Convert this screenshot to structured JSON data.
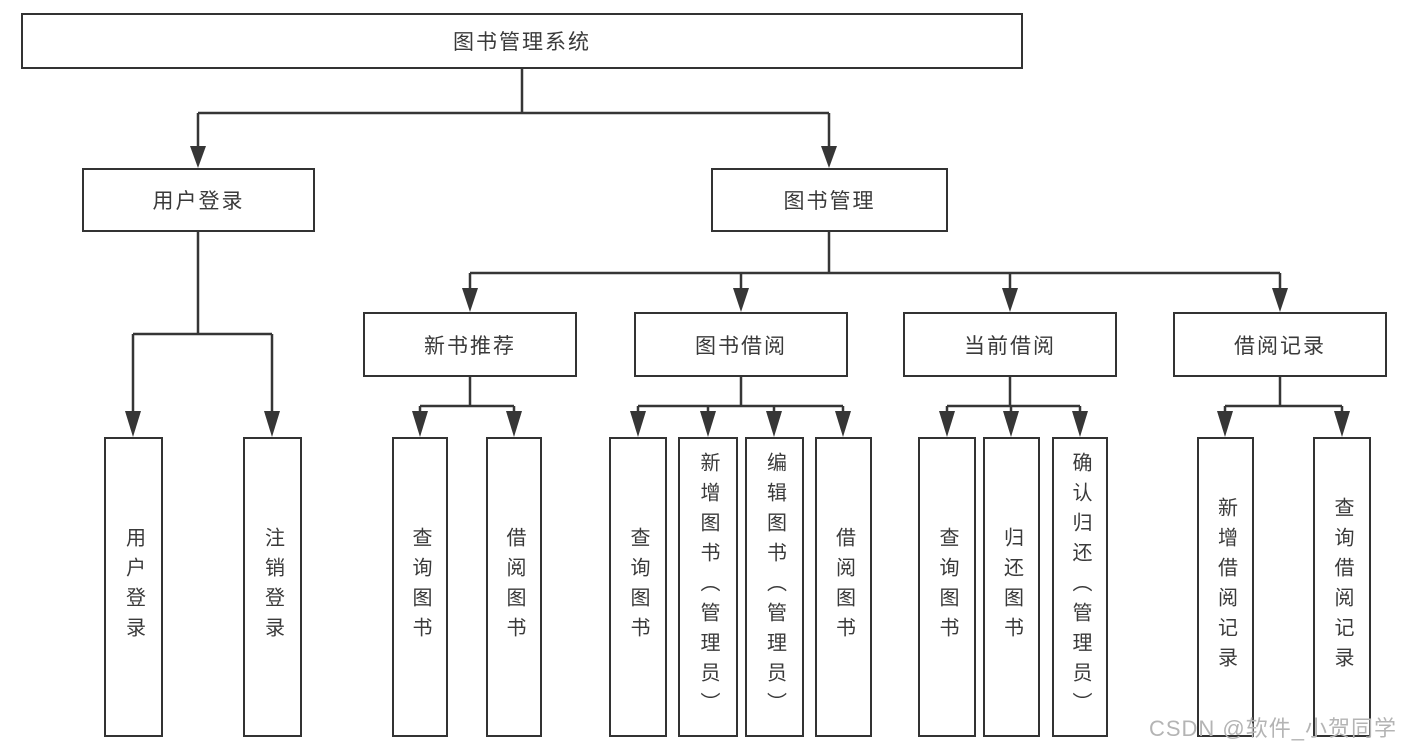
{
  "diagram_type": "functional-structure-tree",
  "tree": {
    "root": {
      "label": "图书管理系统",
      "children": [
        {
          "label": "用户登录",
          "children": [
            {
              "label": "用户登录"
            },
            {
              "label": "注销登录"
            }
          ]
        },
        {
          "label": "图书管理",
          "children": [
            {
              "label": "新书推荐",
              "children": [
                {
                  "label": "查询图书"
                },
                {
                  "label": "借阅图书"
                }
              ]
            },
            {
              "label": "图书借阅",
              "children": [
                {
                  "label": "查询图书"
                },
                {
                  "label": "新增图书（管理员）"
                },
                {
                  "label": "编辑图书（管理员）"
                },
                {
                  "label": "借阅图书"
                }
              ]
            },
            {
              "label": "当前借阅",
              "children": [
                {
                  "label": "查询图书"
                },
                {
                  "label": "归还图书"
                },
                {
                  "label": "确认归还（管理员）"
                }
              ]
            },
            {
              "label": "借阅记录",
              "children": [
                {
                  "label": "新增借阅记录"
                },
                {
                  "label": "查询借阅记录"
                }
              ]
            }
          ]
        }
      ]
    }
  },
  "watermark": "CSDN @软件_小贺同学",
  "colors": {
    "line": "#363636",
    "box_border": "#333333",
    "text": "#3a3a3a",
    "background": "#ffffff",
    "watermark": "#b4b4b4"
  }
}
